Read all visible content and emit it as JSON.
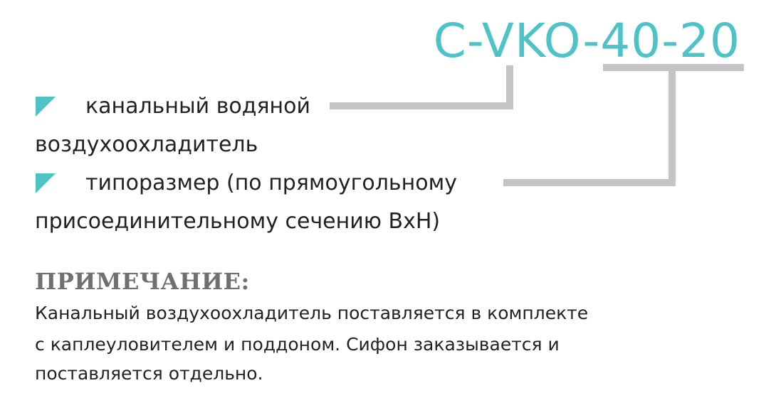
{
  "colors": {
    "accent": "#4ec3c7",
    "connector": "#c4c4c4",
    "text": "#222222",
    "heading": "#707070"
  },
  "code": {
    "text": "C-VKO-40-20"
  },
  "items": [
    {
      "line1": "канальный водяной",
      "line2": "воздухоохладитель"
    },
    {
      "line1": "типоразмер (по прямоугольному",
      "line2": "присоединительному сечению ВхН)"
    }
  ],
  "note": {
    "heading": "ПРИМЕЧАНИЕ:",
    "lines": [
      "Канальный воздухоохладитель поставляется в комплекте",
      "с каплеуловителем и поддоном. Сифон заказывается и",
      "поставляется отдельно."
    ]
  }
}
